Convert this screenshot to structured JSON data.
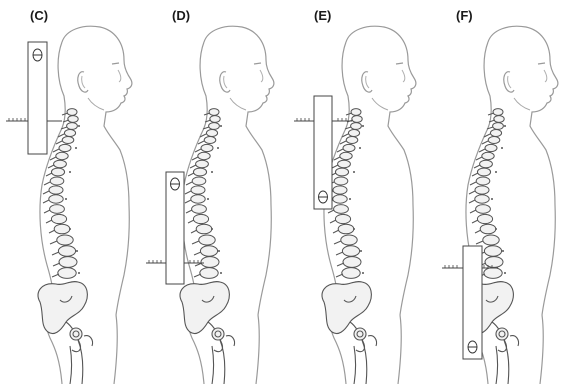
{
  "panels": [
    {
      "label": "(C)",
      "device_region": "cervical"
    },
    {
      "label": "(D)",
      "device_region": "thoracic"
    },
    {
      "label": "(E)",
      "device_region": "cervicothoracic"
    },
    {
      "label": "(F)",
      "device_region": "lumbar"
    }
  ]
}
